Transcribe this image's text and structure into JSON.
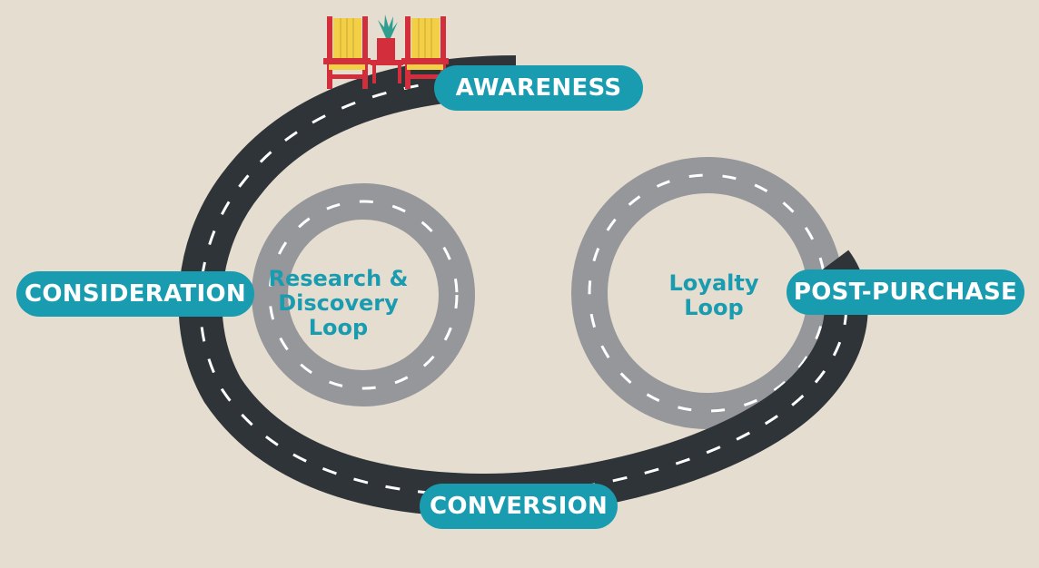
{
  "stages": {
    "awareness": "AWARENESS",
    "consideration": "CONSIDERATION",
    "conversion": "CONVERSION",
    "post_purchase": "POST-PURCHASE"
  },
  "loops": {
    "research": {
      "lines": [
        "Research &",
        "Discovery",
        "Loop"
      ]
    },
    "loyalty": {
      "lines": [
        "Loyalty",
        "Loop"
      ]
    }
  },
  "colors": {
    "background": "#e6ddd1",
    "accent": "#1a9cb0",
    "main_road": "#2f3438",
    "loop_road": "#95979b",
    "lane_marking": "#ffffff",
    "chair_frame": "#d32e3c",
    "chair_seat": "#f2cf45",
    "plant": "#2f9e8f"
  },
  "icons": [
    "adirondack-chair-icon",
    "potted-plant-icon"
  ]
}
